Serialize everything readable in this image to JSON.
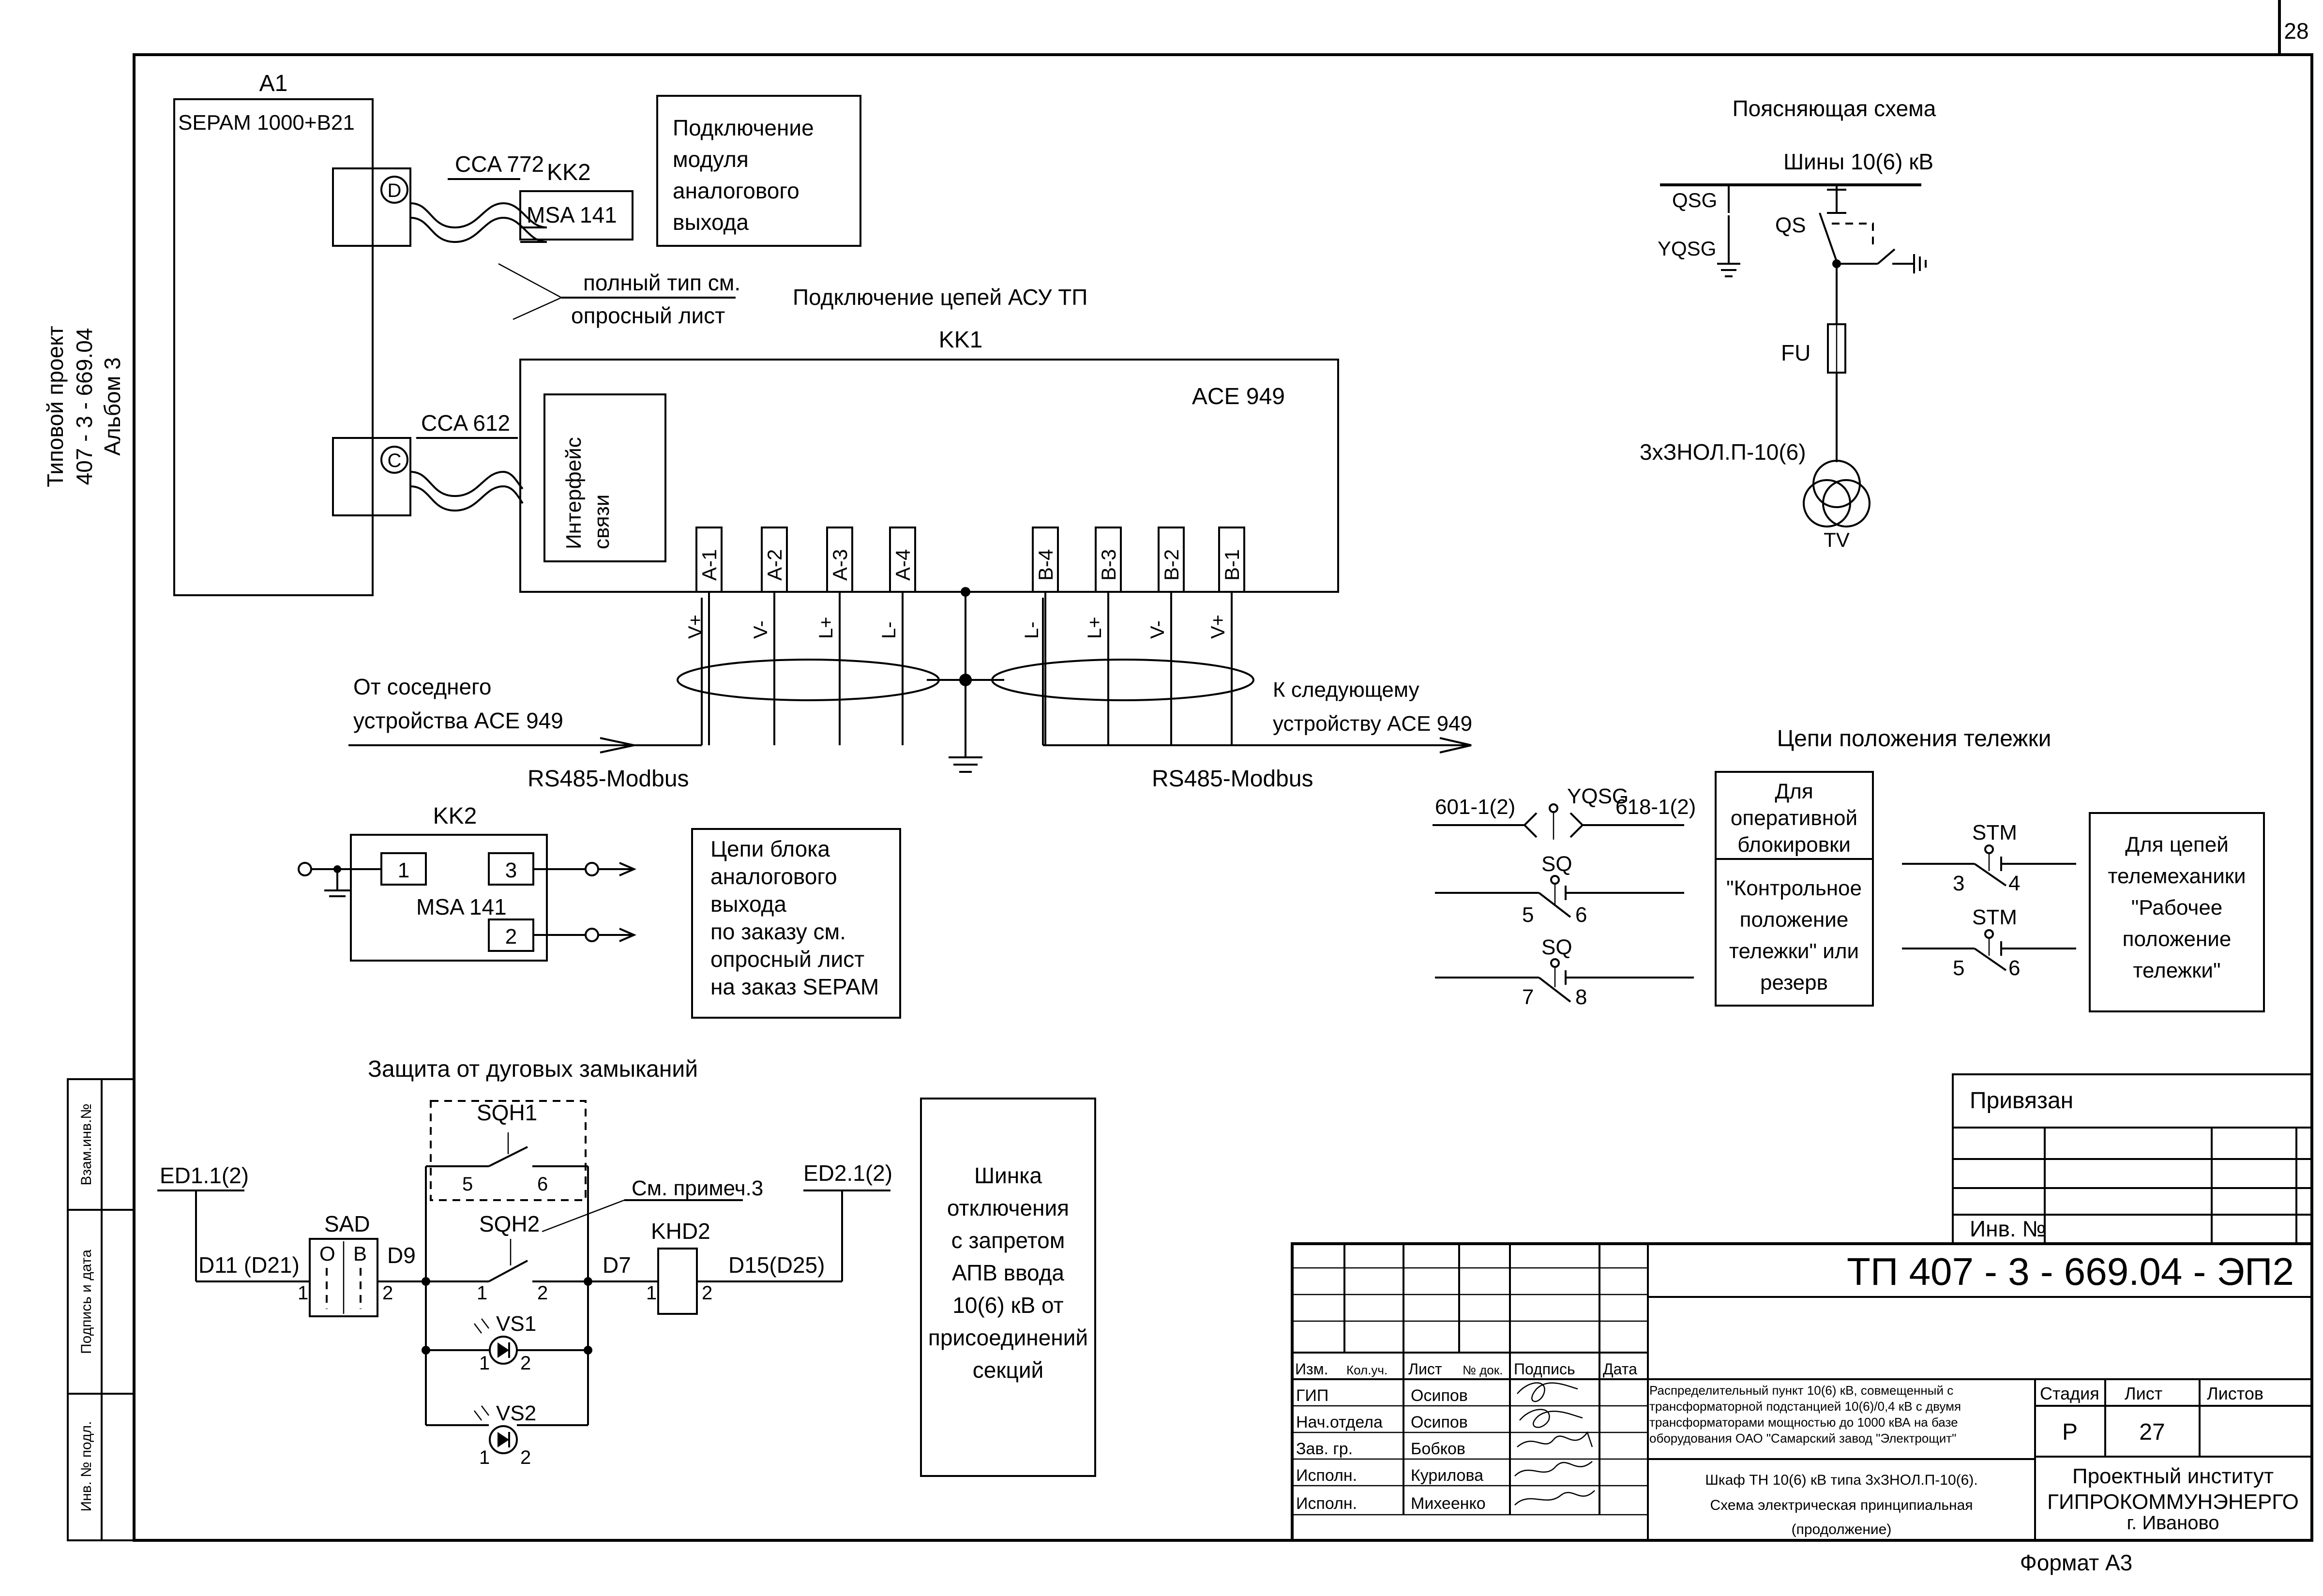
{
  "page_number": "28",
  "side": {
    "line1": "Типовой проект",
    "line2": "407 - 3 - 669.04",
    "line3": "Альбом 3",
    "vzam": "Взам.инв.№",
    "podpis": "Подпись и дата",
    "inv_podl": "Инв. № подл."
  },
  "a1": {
    "title": "A1",
    "device": "SEPAM 1000+B21",
    "port_d": "D",
    "port_c": "C",
    "cable_d": "CCA 772",
    "cable_c": "CCA 612"
  },
  "kk2_top": {
    "name": "KK2",
    "module": "MSA 141"
  },
  "box_analog": [
    "Подключение",
    "модуля",
    "аналогового",
    "выхода"
  ],
  "note_full_type": [
    "полный тип см.",
    "опросный лист"
  ],
  "asu_title": "Подключение цепей АСУ ТП",
  "kk1": {
    "name": "KK1",
    "device": "ACE 949",
    "interface": [
      "Интерфейс",
      "связи"
    ],
    "terminals_a": [
      "A-1",
      "A-2",
      "A-3",
      "A-4"
    ],
    "terminals_b": [
      "B-4",
      "B-3",
      "B-2",
      "B-1"
    ],
    "signals_a": [
      "V+",
      "V-",
      "L+",
      "L-"
    ],
    "signals_b": [
      "L-",
      "L+",
      "V-",
      "V+"
    ]
  },
  "from_prev": [
    "От соседнего",
    "устройства ACE 949"
  ],
  "to_next": [
    "К следующему",
    "устройству ACE 949"
  ],
  "rs485_left": "RS485-Modbus",
  "rs485_right": "RS485-Modbus",
  "kk2_bottom": {
    "name": "KK2",
    "module": "MSA 141",
    "t1": "1",
    "t3": "3",
    "t2": "2"
  },
  "box_outputs": [
    "Цепи блока",
    "аналогового",
    "выхода",
    "по заказу см.",
    "опросный лист",
    "на заказ SEPAM"
  ],
  "arc": {
    "title": "Защита от дуговых замыканий",
    "ed1": "ED1.1(2)",
    "ed2": "ED2.1(2)",
    "sad": "SAD",
    "sad_o": "O",
    "sad_b": "B",
    "d11": "D11 (D21)",
    "d9": "D9",
    "d7": "D7",
    "d15": "D15(D25)",
    "sqh1": "SQH1",
    "sqh2": "SQH2",
    "note3": "См. примеч.3",
    "khd2": "KHD2",
    "vs1": "VS1",
    "vs2": "VS2",
    "n1": "1",
    "n2": "2",
    "n5": "5",
    "n6": "6"
  },
  "box_shinka": [
    "Шинка",
    "отключения",
    "с запретом",
    "АПВ ввода",
    "10(6) кВ от",
    "присоединений",
    "секций"
  ],
  "expl": {
    "title": "Поясняющая схема",
    "bus": "Шины 10(6) кВ",
    "qsg": "QSG",
    "yqsg": "YQSG",
    "qs": "QS",
    "fu": "FU",
    "tv_type": "3хЗНОЛ.П-10(6)",
    "tv": "TV"
  },
  "cart": {
    "title": "Цепи положения тележки",
    "w601": "601-1(2)",
    "yqsg": "YQSG",
    "w618": "618-1(2)",
    "sq": "SQ",
    "stm": "STM",
    "n5": "5",
    "n6": "6",
    "n7": "7",
    "n8": "8",
    "n3": "3",
    "n4": "4",
    "box_block": [
      "Для",
      "оперативной",
      "блокировки"
    ],
    "box_control": [
      "\"Контрольное",
      "положение",
      "тележки\" или",
      "резерв"
    ],
    "box_tele": [
      "Для цепей",
      "телемеханики",
      "\"Рабочее",
      "положение",
      "тележки\""
    ]
  },
  "stamp": {
    "privyazan": "Привязан",
    "inv_no": "Инв. №",
    "doc_code": "ТП  407 - 3 -  669.04 - ЭП2",
    "hdr": [
      "Изм.",
      "Кол.уч.",
      "Лист",
      "№ док.",
      "Подпись",
      "Дата"
    ],
    "roles": [
      "ГИП",
      "Нач.отдела",
      "Зав. гр.",
      "Исполн.",
      "Исполн."
    ],
    "names": [
      "Осипов",
      "Осипов",
      "Бобков",
      "Курилова",
      "Михеенко"
    ],
    "desc": [
      "Распределительный пункт 10(6) кВ, совмещенный с",
      "трансформаторной подстанцией 10(6)/0,4 кВ с двумя",
      "трансформаторами мощностью до 1000 кВА на базе",
      "оборудования ОАО \"Самарский завод \"Электрощит\""
    ],
    "sheet_title": [
      "Шкаф ТН 10(6) кВ типа 3хЗНОЛ.П-10(6).",
      "Схема электрическая принципиальная",
      "(продолжение)"
    ],
    "stage_h": "Стадия",
    "list_h": "Лист",
    "lists_h": "Листов",
    "stage": "Р",
    "list": "27",
    "org": [
      "Проектный институт",
      "ГИПРОКОММУНЭНЕРГО",
      "г. Иваново"
    ]
  },
  "format": "Формат А3"
}
